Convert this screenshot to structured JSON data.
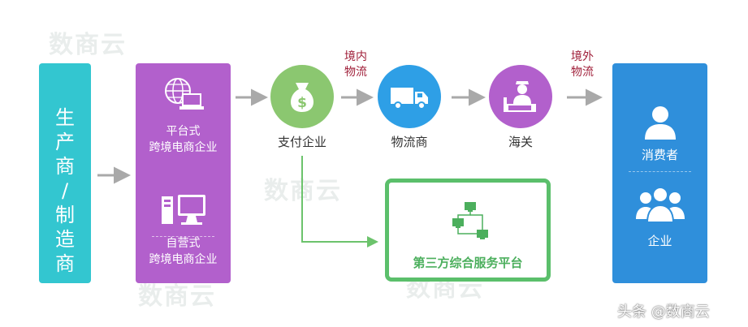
{
  "producer": {
    "label_lines": [
      "生",
      "产",
      "商",
      "/",
      "制",
      "造",
      "商"
    ]
  },
  "platform_box": {
    "top_label": [
      "平台式",
      "跨境电商企业"
    ],
    "bottom_label": [
      "自营式",
      "跨境电商企业"
    ],
    "top_icon": "globe-laptop-icon",
    "bottom_icon": "desktop-computer-icon"
  },
  "nodes": [
    {
      "label": "支付企业",
      "icon": "money-bag-icon",
      "color": "#8bc770"
    },
    {
      "label": "物流商",
      "icon": "truck-icon",
      "color": "#2e9fe6"
    },
    {
      "label": "海关",
      "icon": "customs-officer-icon",
      "color": "#b260cc"
    }
  ],
  "flow_labels": {
    "domestic": [
      "境内",
      "物流"
    ],
    "overseas": [
      "境外",
      "物流"
    ]
  },
  "consumer_box": {
    "consumer_label": "消费者",
    "enterprise_label": "企业",
    "consumer_icon": "person-icon",
    "enterprise_icon": "group-icon"
  },
  "third_party": {
    "label": "第三方综合服务平台",
    "icon": "network-computers-icon"
  },
  "watermark": {
    "text": "数商云"
  },
  "credit": "头条 @数商云",
  "colors": {
    "producer": "#33c6d0",
    "platform": "#b260cc",
    "consumer": "#2f8fdb",
    "third_party": "#5bbf6b",
    "flow_label": "#a0203a",
    "arrow": "#a9a9a9"
  }
}
